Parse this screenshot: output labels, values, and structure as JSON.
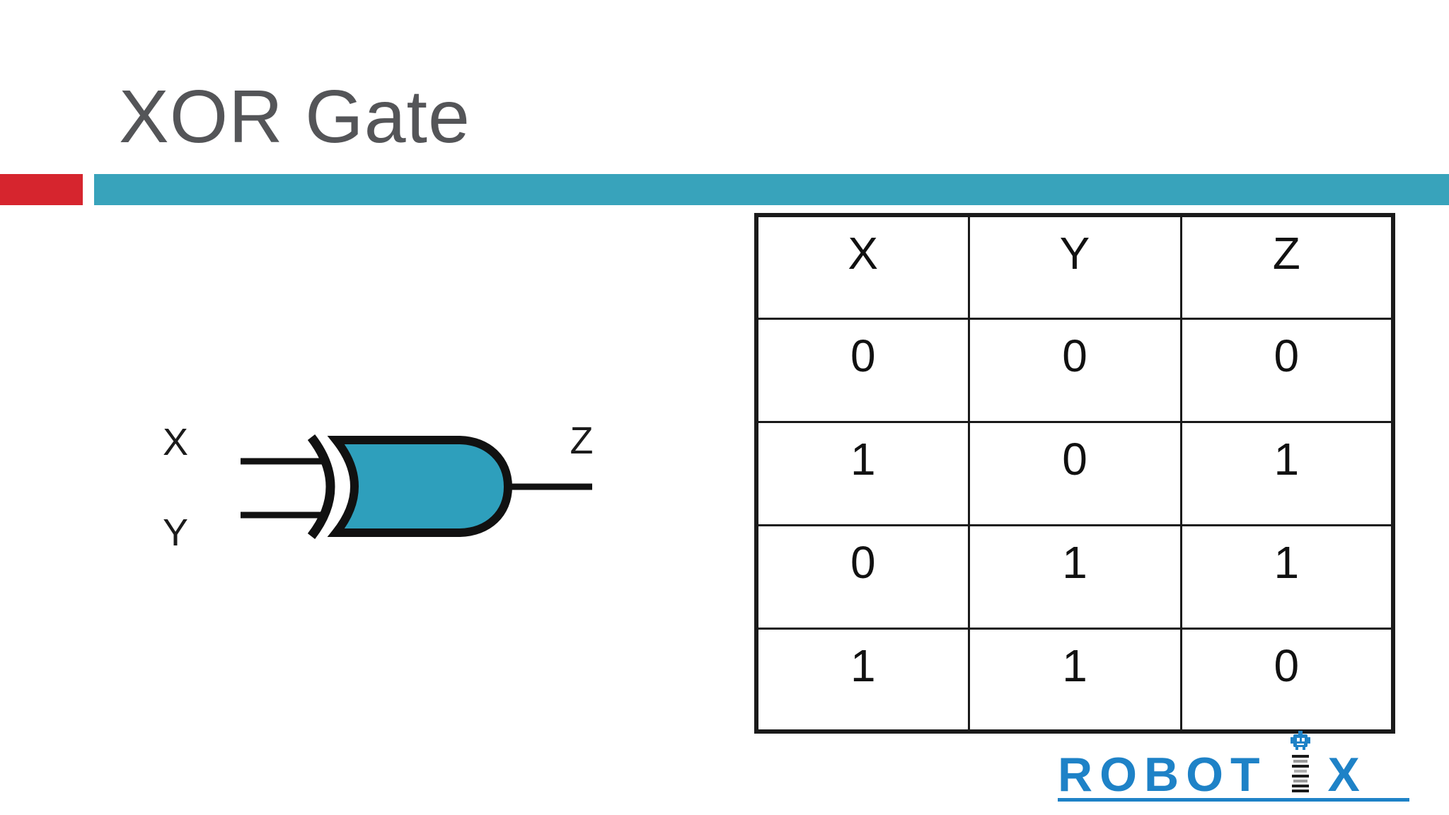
{
  "slide": {
    "title": "XOR Gate",
    "background_color": "#ffffff",
    "title_color": "#545558"
  },
  "accent_bar": {
    "red_color": "#d6252e",
    "teal_color": "#38a3bb"
  },
  "gate": {
    "type": "XOR",
    "inputs": [
      "X",
      "Y"
    ],
    "output": "Z",
    "fill_color": "#2e9fbc",
    "stroke_color": "#111111"
  },
  "truth_table": {
    "columns": [
      "X",
      "Y",
      "Z"
    ],
    "rows": [
      [
        "0",
        "0",
        "0"
      ],
      [
        "1",
        "0",
        "1"
      ],
      [
        "0",
        "1",
        "1"
      ],
      [
        "1",
        "1",
        "0"
      ]
    ]
  },
  "logo": {
    "text_left": "ROBOT",
    "text_right": "X",
    "color": "#1e82c7",
    "icon": "robot-head-icon"
  }
}
